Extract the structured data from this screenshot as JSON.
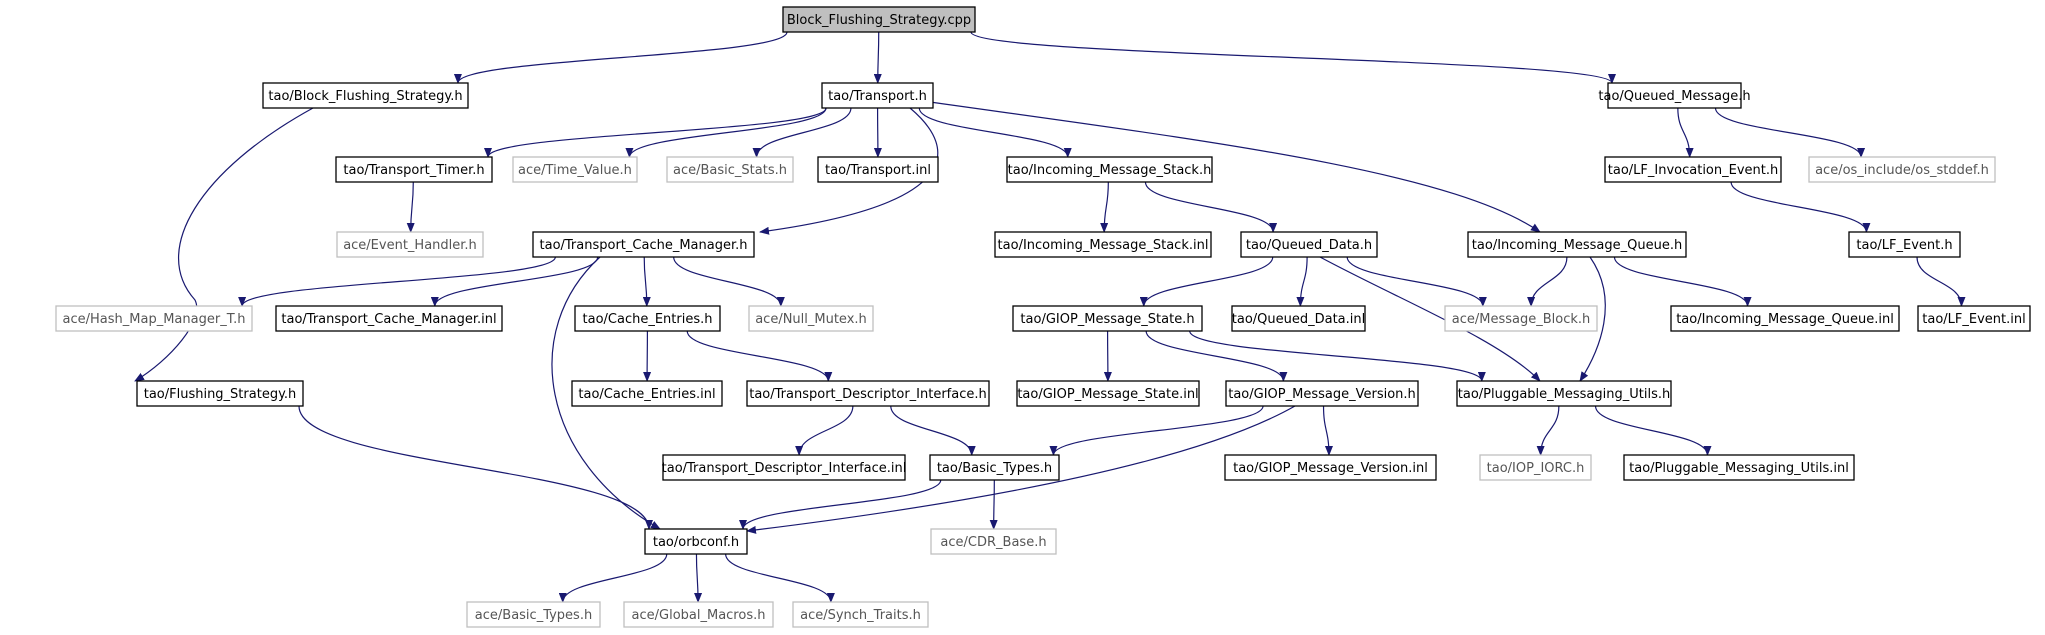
{
  "graph": {
    "title": "Block_Flushing_Strategy.cpp",
    "nodes": [
      {
        "id": "n0",
        "label": "Block_Flushing_Strategy.cpp",
        "kind": "root"
      },
      {
        "id": "n1",
        "label": "tao/Block_Flushing_Strategy.h",
        "kind": "doc"
      },
      {
        "id": "n2",
        "label": "tao/Transport.h",
        "kind": "doc"
      },
      {
        "id": "n3",
        "label": "tao/Queued_Message.h",
        "kind": "doc"
      },
      {
        "id": "n4",
        "label": "tao/Transport_Timer.h",
        "kind": "doc"
      },
      {
        "id": "n5",
        "label": "ace/Time_Value.h",
        "kind": "ext"
      },
      {
        "id": "n6",
        "label": "ace/Basic_Stats.h",
        "kind": "ext"
      },
      {
        "id": "n7",
        "label": "tao/Transport.inl",
        "kind": "doc"
      },
      {
        "id": "n8",
        "label": "tao/Incoming_Message_Stack.h",
        "kind": "doc"
      },
      {
        "id": "n9",
        "label": "tao/LF_Invocation_Event.h",
        "kind": "doc"
      },
      {
        "id": "n10",
        "label": "ace/os_include/os_stddef.h",
        "kind": "ext"
      },
      {
        "id": "n11",
        "label": "ace/Event_Handler.h",
        "kind": "ext"
      },
      {
        "id": "n12",
        "label": "tao/Transport_Cache_Manager.h",
        "kind": "doc"
      },
      {
        "id": "n13",
        "label": "tao/Incoming_Message_Stack.inl",
        "kind": "doc"
      },
      {
        "id": "n14",
        "label": "tao/Queued_Data.h",
        "kind": "doc"
      },
      {
        "id": "n15",
        "label": "tao/Incoming_Message_Queue.h",
        "kind": "doc"
      },
      {
        "id": "n16",
        "label": "tao/LF_Event.h",
        "kind": "doc"
      },
      {
        "id": "n17",
        "label": "ace/Hash_Map_Manager_T.h",
        "kind": "ext"
      },
      {
        "id": "n18",
        "label": "tao/Transport_Cache_Manager.inl",
        "kind": "doc"
      },
      {
        "id": "n19",
        "label": "tao/Cache_Entries.h",
        "kind": "doc"
      },
      {
        "id": "n20",
        "label": "ace/Null_Mutex.h",
        "kind": "ext"
      },
      {
        "id": "n21",
        "label": "tao/GIOP_Message_State.h",
        "kind": "doc"
      },
      {
        "id": "n22",
        "label": "tao/Queued_Data.inl",
        "kind": "doc"
      },
      {
        "id": "n23",
        "label": "ace/Message_Block.h",
        "kind": "ext"
      },
      {
        "id": "n24",
        "label": "tao/Incoming_Message_Queue.inl",
        "kind": "doc"
      },
      {
        "id": "n25",
        "label": "tao/LF_Event.inl",
        "kind": "doc"
      },
      {
        "id": "n26",
        "label": "tao/Flushing_Strategy.h",
        "kind": "doc"
      },
      {
        "id": "n27",
        "label": "tao/Cache_Entries.inl",
        "kind": "doc"
      },
      {
        "id": "n28",
        "label": "tao/Transport_Descriptor_Interface.h",
        "kind": "doc"
      },
      {
        "id": "n29",
        "label": "tao/GIOP_Message_State.inl",
        "kind": "doc"
      },
      {
        "id": "n30",
        "label": "tao/GIOP_Message_Version.h",
        "kind": "doc"
      },
      {
        "id": "n31",
        "label": "tao/Pluggable_Messaging_Utils.h",
        "kind": "doc"
      },
      {
        "id": "n32",
        "label": "tao/Transport_Descriptor_Interface.inl",
        "kind": "doc"
      },
      {
        "id": "n33",
        "label": "tao/Basic_Types.h",
        "kind": "doc"
      },
      {
        "id": "n34",
        "label": "tao/GIOP_Message_Version.inl",
        "kind": "doc"
      },
      {
        "id": "n35",
        "label": "tao/IOP_IORC.h",
        "kind": "ext"
      },
      {
        "id": "n36",
        "label": "tao/Pluggable_Messaging_Utils.inl",
        "kind": "doc"
      },
      {
        "id": "n37",
        "label": "tao/orbconf.h",
        "kind": "doc"
      },
      {
        "id": "n38",
        "label": "ace/CDR_Base.h",
        "kind": "ext"
      },
      {
        "id": "n39",
        "label": "ace/Basic_Types.h",
        "kind": "ext"
      },
      {
        "id": "n40",
        "label": "ace/Global_Macros.h",
        "kind": "ext"
      },
      {
        "id": "n41",
        "label": "ace/Synch_Traits.h",
        "kind": "ext"
      }
    ],
    "edges": [
      [
        "n0",
        "n1"
      ],
      [
        "n0",
        "n2"
      ],
      [
        "n0",
        "n3"
      ],
      [
        "n1",
        "n26"
      ],
      [
        "n2",
        "n4"
      ],
      [
        "n2",
        "n5"
      ],
      [
        "n2",
        "n6"
      ],
      [
        "n2",
        "n7"
      ],
      [
        "n2",
        "n8"
      ],
      [
        "n2",
        "n12"
      ],
      [
        "n2",
        "n15"
      ],
      [
        "n3",
        "n9"
      ],
      [
        "n3",
        "n10"
      ],
      [
        "n4",
        "n11"
      ],
      [
        "n8",
        "n13"
      ],
      [
        "n8",
        "n14"
      ],
      [
        "n9",
        "n16"
      ],
      [
        "n12",
        "n17"
      ],
      [
        "n12",
        "n18"
      ],
      [
        "n12",
        "n19"
      ],
      [
        "n12",
        "n20"
      ],
      [
        "n12",
        "n37"
      ],
      [
        "n14",
        "n21"
      ],
      [
        "n14",
        "n22"
      ],
      [
        "n14",
        "n23"
      ],
      [
        "n14",
        "n31"
      ],
      [
        "n15",
        "n23"
      ],
      [
        "n15",
        "n24"
      ],
      [
        "n15",
        "n31"
      ],
      [
        "n16",
        "n25"
      ],
      [
        "n19",
        "n27"
      ],
      [
        "n19",
        "n28"
      ],
      [
        "n21",
        "n29"
      ],
      [
        "n21",
        "n30"
      ],
      [
        "n21",
        "n31"
      ],
      [
        "n26",
        "n37"
      ],
      [
        "n28",
        "n32"
      ],
      [
        "n28",
        "n33"
      ],
      [
        "n30",
        "n33"
      ],
      [
        "n30",
        "n34"
      ],
      [
        "n30",
        "n37"
      ],
      [
        "n31",
        "n35"
      ],
      [
        "n31",
        "n36"
      ],
      [
        "n33",
        "n37"
      ],
      [
        "n33",
        "n38"
      ],
      [
        "n37",
        "n39"
      ],
      [
        "n37",
        "n40"
      ],
      [
        "n37",
        "n41"
      ]
    ]
  }
}
